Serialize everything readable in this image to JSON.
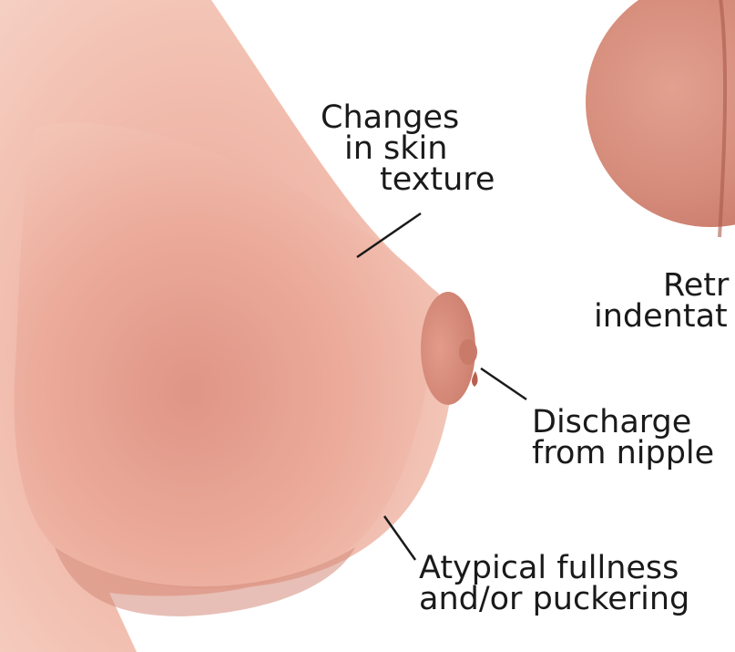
{
  "labels": {
    "skin_texture": [
      "Changes",
      "in skin",
      "texture"
    ],
    "retraction": [
      "Retr",
      "indentat"
    ],
    "discharge": [
      "Discharge",
      "from nipple"
    ],
    "fullness": [
      "Atypical fullness",
      "and/or puckering"
    ]
  },
  "colors": {
    "skin_light": "#f2c7b7",
    "skin_mid": "#e8a898",
    "skin_shadow": "#c98272",
    "label_text": "#1a1a1a",
    "background": "#ffffff"
  }
}
